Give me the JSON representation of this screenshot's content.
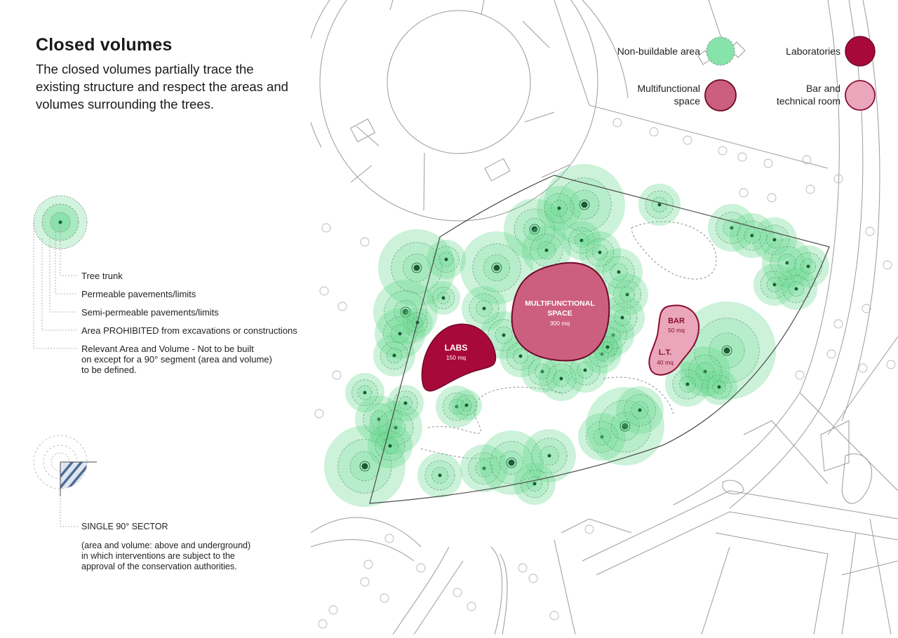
{
  "heading": {
    "title": "Closed volumes",
    "description": "The closed volumes partially trace the existing structure and respect the areas and volumes surrounding the trees."
  },
  "tree_legend": {
    "trunk": "Tree trunk",
    "permeable": "Permeable pavements/limits",
    "semi_permeable": "Semi-permeable pavements/limits",
    "prohibited": "Area PROHIBITED from excavations or constructions",
    "relevant_line1": "Relevant Area and Volume - Not to be built",
    "relevant_line2": "on except for a 90° segment (area and volume)",
    "relevant_line3": "to be defined."
  },
  "sector_legend": {
    "title": "SINGLE 90° SECTOR",
    "line1": "(area and volume: above and underground)",
    "line2": "in which interventions are subject to the",
    "line3": "approval of the conservation authorities."
  },
  "map_key": {
    "non_buildable": "Non-buildable area",
    "laboratories": "Laboratories",
    "multifunctional_line1": "Multifunctional",
    "multifunctional_line2": "space",
    "bar_line1": "Bar and",
    "bar_line2": "technical room"
  },
  "volumes": {
    "multifunctional": {
      "name_line1": "MULTIFUNCTIONAL",
      "name_line2": "SPACE",
      "area": "300 mq"
    },
    "labs": {
      "name": "LABS",
      "area": "150 mq"
    },
    "bar": {
      "name": "BAR",
      "area": "50 mq"
    },
    "lt": {
      "name": "L.T.",
      "area": "40 mq"
    }
  },
  "colors": {
    "tree_green": "#5fd68a",
    "non_buildable": "#86e3a9",
    "laboratories": "#a8093b",
    "multifunctional": "#cc5f80",
    "bar": "#eaa6ba",
    "outline_dark": "#6e0a2a",
    "sector_hatch": "#4d6c94",
    "map_lines": "#9b9b9b"
  }
}
